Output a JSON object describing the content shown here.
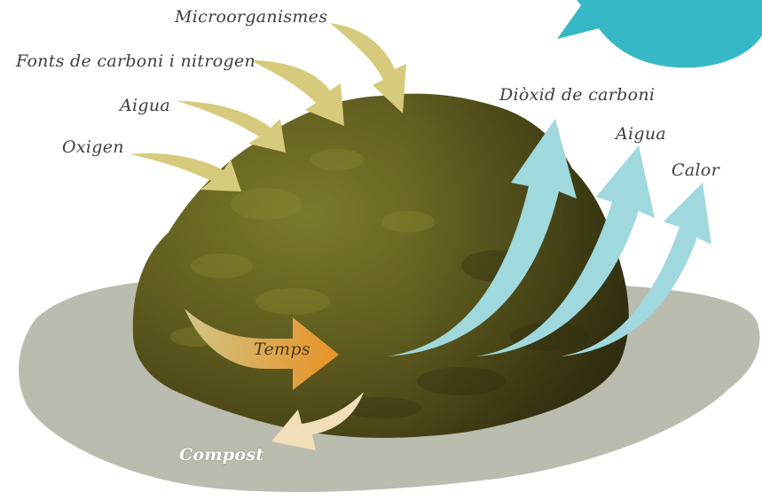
{
  "inputs": {
    "microorganisms": "Microorganismes",
    "carbon_nitrogen": "Fonts de carboni i nitrogen",
    "water": "Aigua",
    "oxygen": "Oxigen"
  },
  "outputs": {
    "co2": "Diòxid de carboni",
    "water": "Aigua",
    "heat": "Calor"
  },
  "process": {
    "time": "Temps",
    "result": "Compost"
  },
  "colors": {
    "input_arrow": "#d6cb7c",
    "output_arrow": "#9fd8dd",
    "time_arrow": "#e8962a",
    "compost_arrow": "#f0dfb8",
    "pile_dark": "#4d4a18",
    "pile_light": "#6f6a22",
    "ground": "#b8bcaf",
    "sun": "#36b8c6"
  }
}
